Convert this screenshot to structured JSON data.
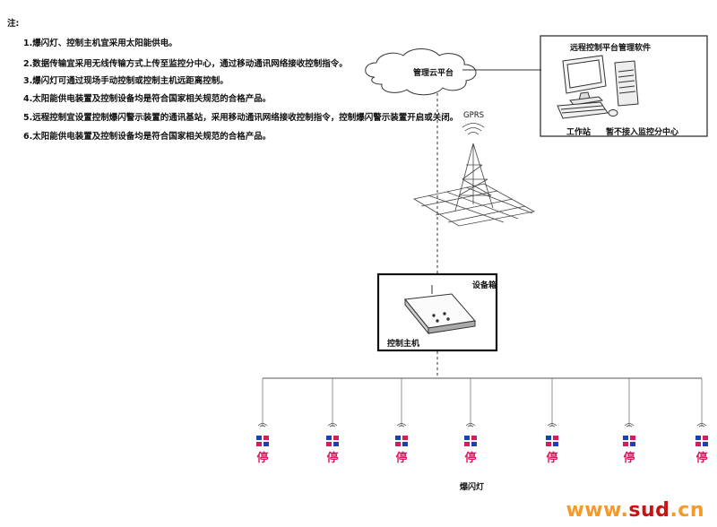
{
  "notes": {
    "title": "注:",
    "items": [
      "1.爆闪灯、控制主机宜采用太阳能供电。",
      "2.数据传输宜采用无线传输方式上传至监控分中心，通过移动通讯网络接收控制指令。",
      "3.爆闪灯可通过现场手动控制或控制主机远距离控制。",
      "4.太阳能供电装置及控制设备均是符合国家相关规范的合格产品。",
      "5.远程控制宜设置控制爆闪警示装置的通讯基站，采用移动通讯网络接收控制指令，控制爆闪警示装置开启或关闭。",
      "6.太阳能供电装置及控制设备均是符合国家相关规范的合格产品。"
    ]
  },
  "cloud": {
    "label": "管理云平台"
  },
  "software_box": {
    "title": "远程控制平台管理软件",
    "workstation_label": "工作站",
    "center_label": "暂不接入监控分中心"
  },
  "gprs": {
    "label": "GPRS"
  },
  "equipment_box": {
    "title": "设备箱",
    "host_label": "控制主机"
  },
  "lights": {
    "stop_char": "停",
    "label": "爆闪灯",
    "count": 7
  },
  "watermark": {
    "part1": "www.",
    "part2": "sud",
    "part3": ".cn"
  },
  "colors": {
    "stop_red": "#d81b60",
    "flash_blue": "#1f3fb5",
    "watermark_orange": "#f49a2a",
    "watermark_red": "#c81414"
  }
}
